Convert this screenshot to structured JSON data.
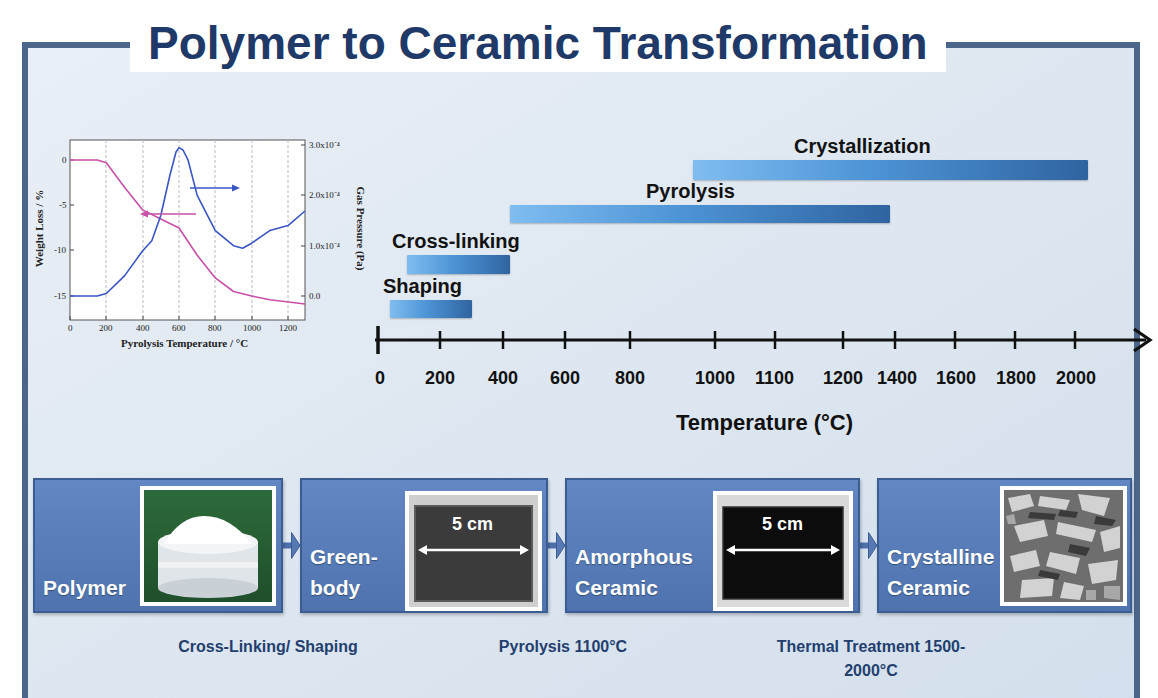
{
  "diagram": {
    "title": "Polymer to Ceramic Transformation",
    "nodes": [
      {
        "text": [
          "Crystallization"
        ]
      },
      {
        "text": [
          "Pyrolysis"
        ]
      },
      {
        "text": [
          "Cross-linking"
        ]
      },
      {
        "text": [
          "Shaping"
        ]
      },
      {
        "text": [
          "Polymer"
        ]
      },
      {
        "text": [
          "Green-body"
        ]
      },
      {
        "text": [
          "Amorphous Ceramic"
        ]
      },
      {
        "text": [
          "Crystalline Ceramic"
        ]
      }
    ],
    "edges": [
      {
        "from": 4,
        "to": 5,
        "arrow": "to",
        "label": "Cross-Linking/ Shaping"
      },
      {
        "from": 5,
        "to": 6,
        "arrow": "to",
        "label": "Pyrolysis 1100°C"
      },
      {
        "from": 6,
        "to": 7,
        "arrow": "to",
        "label": "Thermal Treatment 1500-2000°C"
      }
    ],
    "labels": [
      "Weight Loss / %",
      "0",
      "-5",
      "-10",
      "-15",
      "3.0x10⁻⁴",
      "2.0x10⁻⁴",
      "1.0x10⁻⁴",
      "0.0",
      "Gas Pressure (Pa)",
      "0",
      "200",
      "400",
      "600",
      "800",
      "1000",
      "1200",
      "Pyrolysis Temperature / °C",
      "0",
      "200",
      "400",
      "600",
      "800",
      "1000",
      "1100",
      "1200",
      "1400",
      "1600",
      "1800",
      "2000",
      "Temperature (°C)",
      "5 cm",
      "5 cm"
    ]
  }
}
